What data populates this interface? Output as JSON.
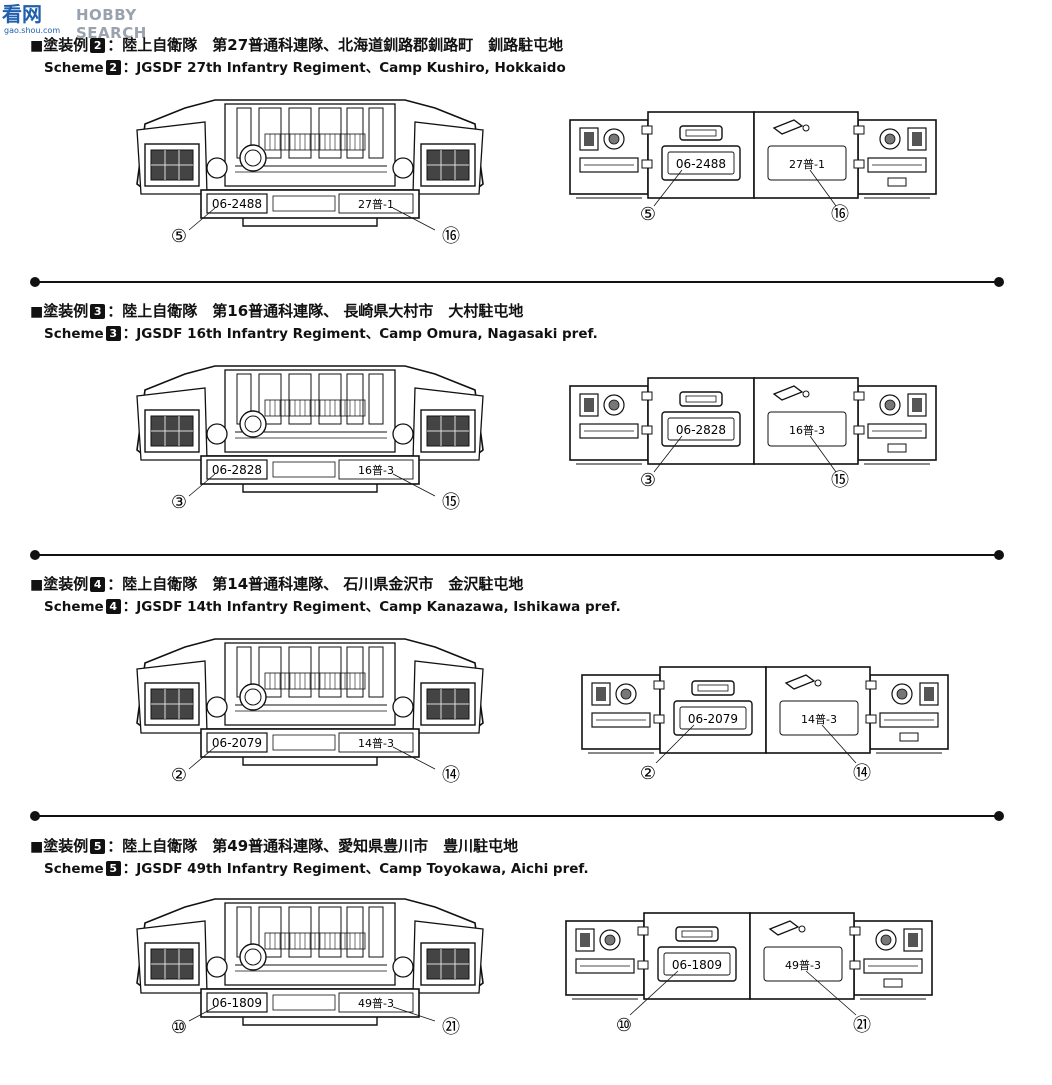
{
  "watermark": {
    "logo": "看网",
    "sub": "gao.shou.com",
    "text": "HOBBY SEARCH"
  },
  "schemes": [
    {
      "number": "2",
      "ja_prefix": "塗装例",
      "ja_title": "：陸上自衛隊　第27普通科連隊、北海道釧路郡釧路町　釧路駐屯地",
      "en_prefix": "Scheme",
      "en_title": "：JGSDF 27th Infantry Regiment、Camp Kushiro,  Hokkaido",
      "plate": "06-2488",
      "unit": "27普-1",
      "left_callout": "⑤",
      "right_callout": "⑯"
    },
    {
      "number": "3",
      "ja_prefix": "塗装例",
      "ja_title": "：陸上自衛隊　第16普通科連隊、 長崎県大村市　大村駐屯地",
      "en_prefix": "Scheme",
      "en_title": "：JGSDF 16th Infantry Regiment、Camp Omura, Nagasaki pref.",
      "plate": "06-2828",
      "unit": "16普-3",
      "left_callout": "③",
      "right_callout": "⑮"
    },
    {
      "number": "4",
      "ja_prefix": "塗装例",
      "ja_title": "：陸上自衛隊　第14普通科連隊、 石川県金沢市　金沢駐屯地",
      "en_prefix": "Scheme",
      "en_title": "：JGSDF 14th Infantry Regiment、Camp Kanazawa, Ishikawa pref.",
      "plate": "06-2079",
      "unit": "14普-3",
      "left_callout": "②",
      "right_callout": "⑭"
    },
    {
      "number": "5",
      "ja_prefix": "塗装例",
      "ja_title": "：陸上自衛隊　第49普通科連隊、愛知県豊川市　豊川駐屯地",
      "en_prefix": "Scheme",
      "en_title": "：JGSDF 49th Infantry Regiment、Camp Toyokawa, Aichi pref.",
      "plate": "06-1809",
      "unit": "49普-3",
      "left_callout": "⑩",
      "right_callout": "㉑"
    }
  ]
}
